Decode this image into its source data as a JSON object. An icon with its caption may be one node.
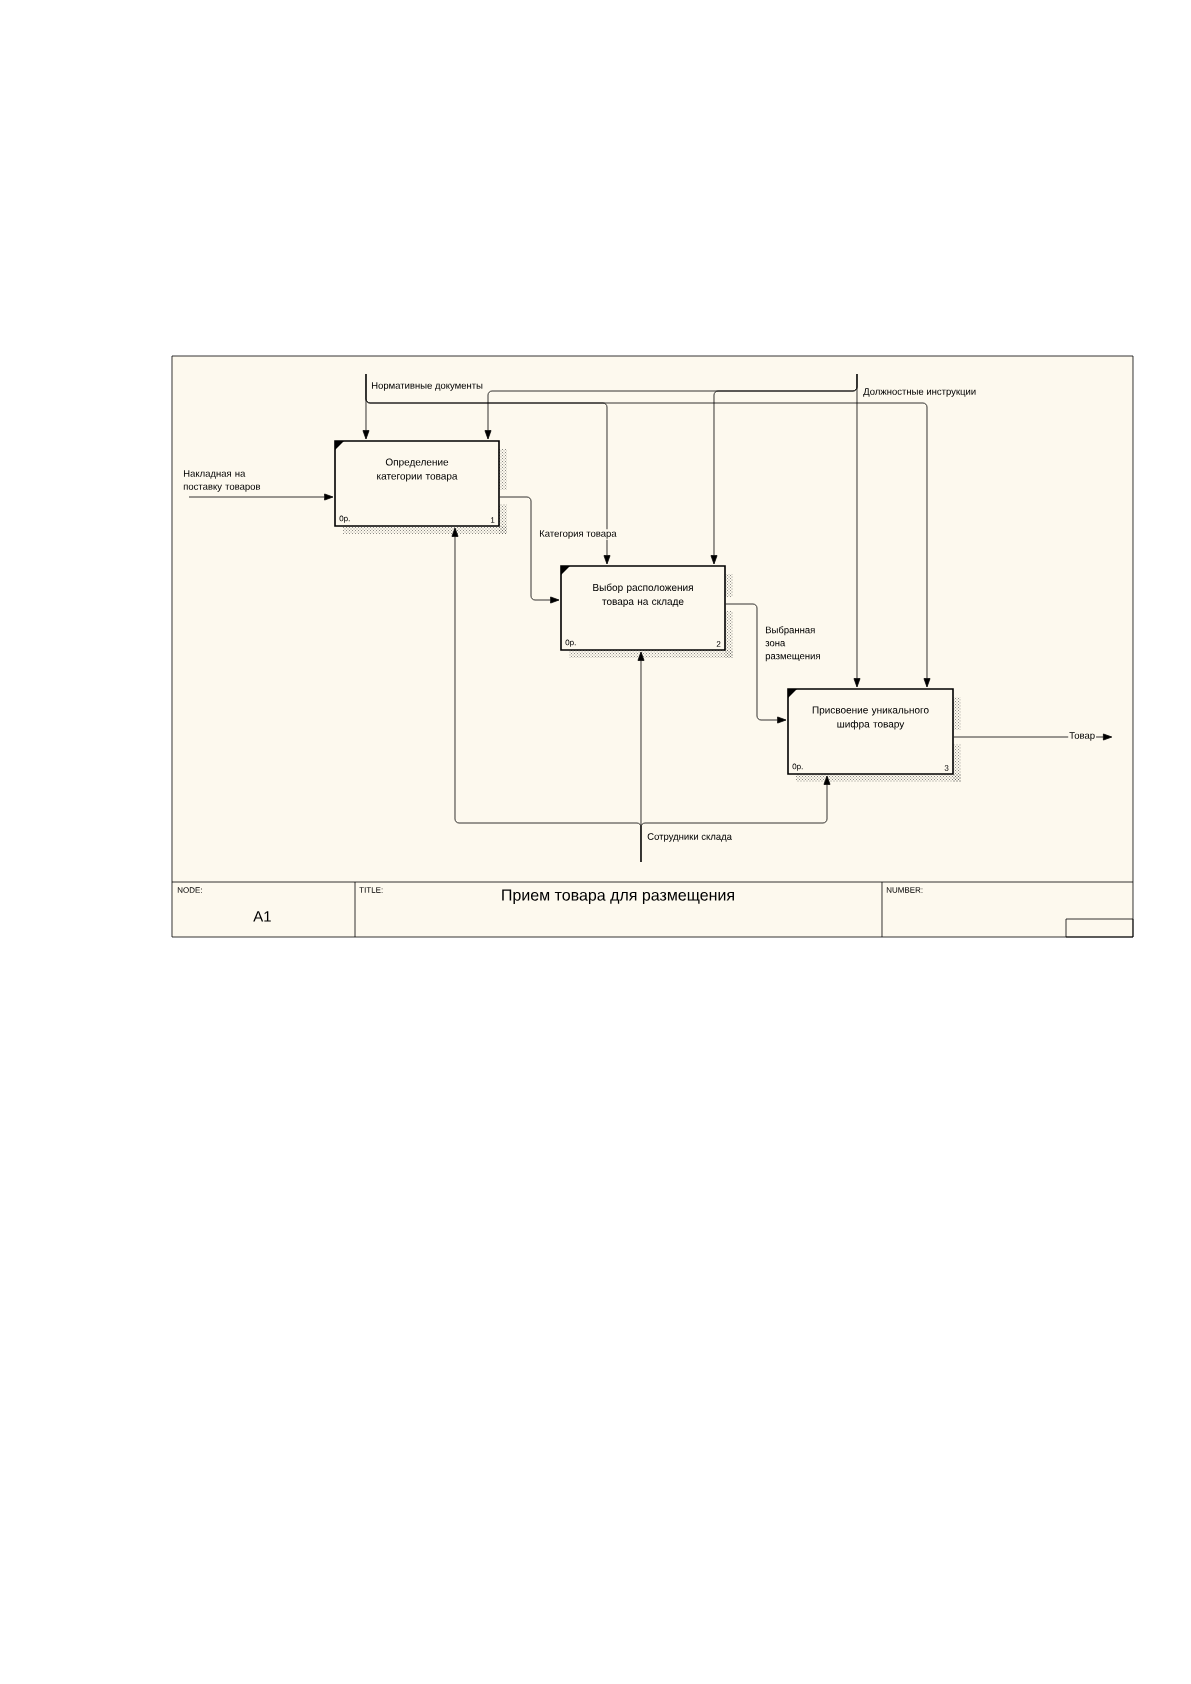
{
  "diagram": {
    "title": "Прием товара для размещения",
    "nodes": [
      {
        "text": [
          "Определение категории товара",
          "0р.",
          "1"
        ]
      },
      {
        "text": [
          "Выбор расположения товара на складе",
          "0р.",
          "2"
        ]
      },
      {
        "text": [
          "Присвоение уникального шифра товару",
          "0р.",
          "3"
        ]
      }
    ],
    "edges": [
      {
        "from": null,
        "to": 0,
        "arrow": "to",
        "label": "Накладная на поставку товаров"
      },
      {
        "from": null,
        "to": 0,
        "arrow": "to",
        "label": "Нормативные документы"
      },
      {
        "from": null,
        "to": 1,
        "arrow": "to"
      },
      {
        "from": null,
        "to": 2,
        "arrow": "to"
      },
      {
        "from": null,
        "to": 0,
        "arrow": "to",
        "label": "Должностные инструкции"
      },
      {
        "from": null,
        "to": 1,
        "arrow": "to"
      },
      {
        "from": null,
        "to": 2,
        "arrow": "to"
      },
      {
        "from": 0,
        "to": 1,
        "arrow": "to",
        "label": "Категория товара"
      },
      {
        "from": 1,
        "to": 2,
        "arrow": "to",
        "label": "Выбранная зона размещения"
      },
      {
        "from": 2,
        "to": null,
        "arrow": "to",
        "label": "Товар"
      },
      {
        "from": null,
        "to": 0,
        "arrow": "to",
        "label": "Сотрудники склада"
      },
      {
        "from": null,
        "to": 1,
        "arrow": "to"
      },
      {
        "from": null,
        "to": 2,
        "arrow": "to"
      }
    ],
    "labels": [
      "NODE:",
      "A1",
      "TITLE:",
      "NUMBER:"
    ]
  }
}
